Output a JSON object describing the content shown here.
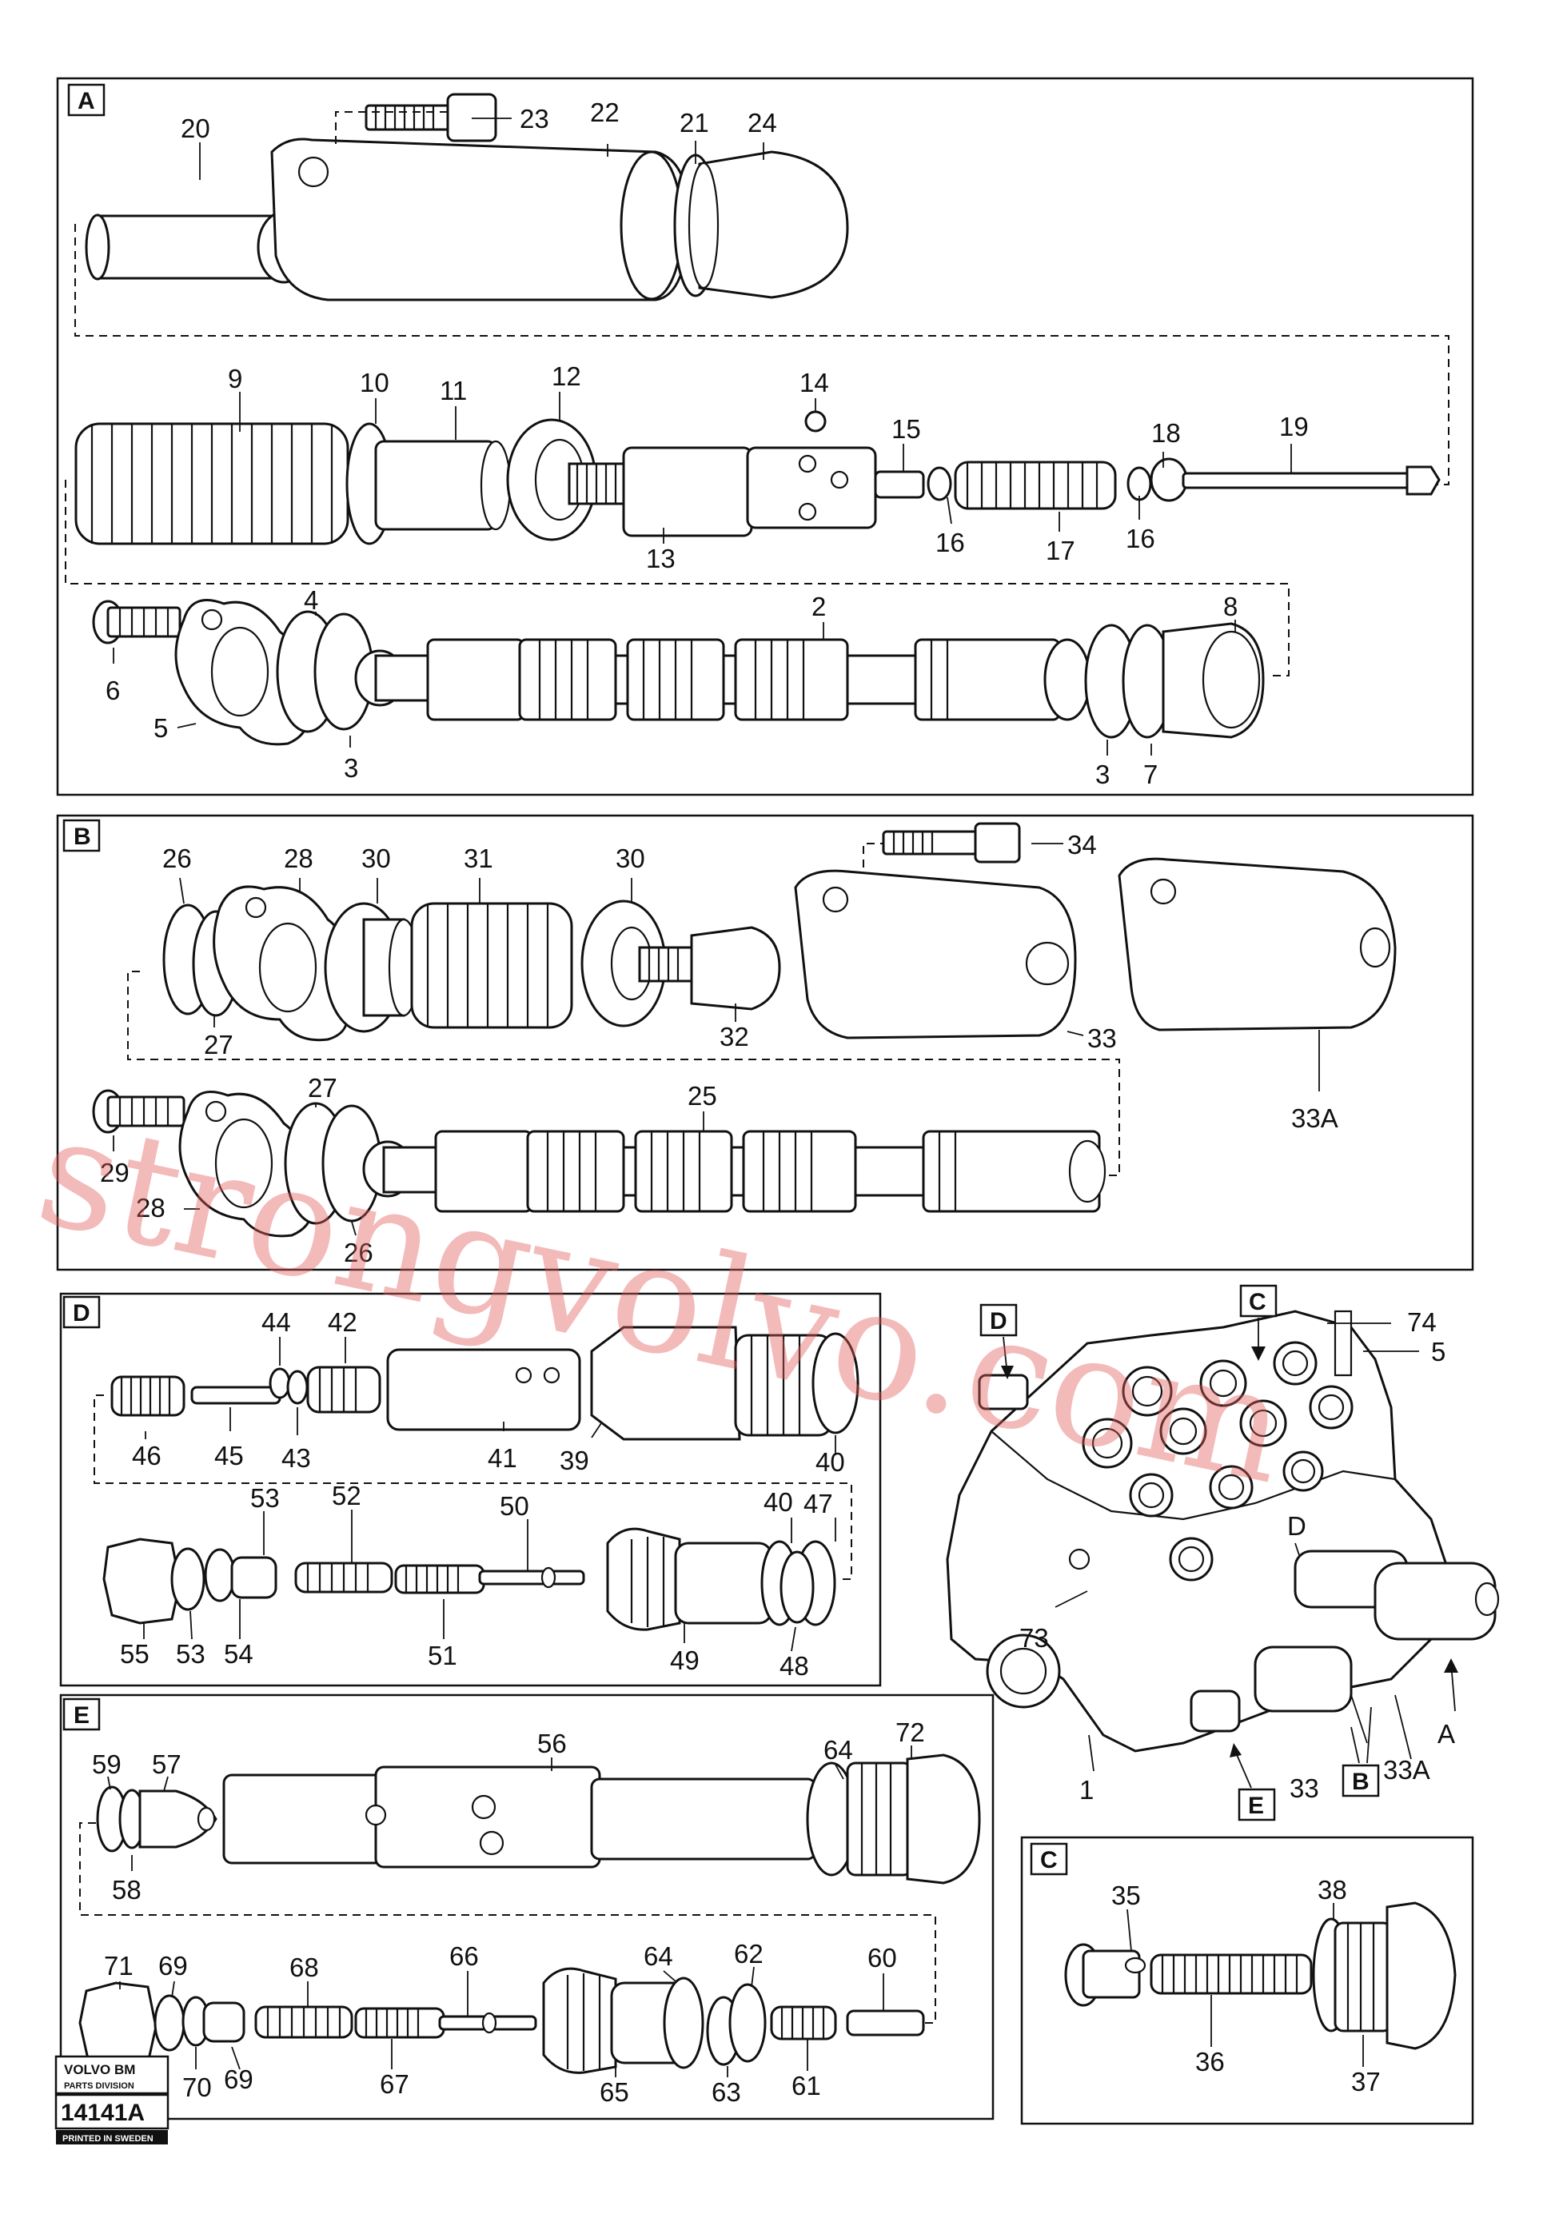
{
  "panels": {
    "A": {
      "tag": "A",
      "labels": {
        "20": "20",
        "23": "23",
        "22": "22",
        "21": "21",
        "24": "24",
        "9": "9",
        "10": "10",
        "11": "11",
        "12": "12",
        "14": "14",
        "15": "15",
        "18": "18",
        "19": "19",
        "13": "13",
        "16a": "16",
        "17": "17",
        "16b": "16",
        "4": "4",
        "2": "2",
        "8": "8",
        "6": "6",
        "5": "5",
        "3a": "3",
        "3b": "3",
        "7": "7"
      }
    },
    "B": {
      "tag": "B",
      "labels": {
        "26a": "26",
        "28a": "28",
        "30a": "30",
        "31": "31",
        "30b": "30",
        "34": "34",
        "27a": "27",
        "32": "32",
        "33": "33",
        "33A": "33A",
        "27b": "27",
        "25": "25",
        "29": "29",
        "28b": "28",
        "26b": "26"
      }
    },
    "D": {
      "tag": "D",
      "labels": {
        "44": "44",
        "42": "42",
        "46": "46",
        "45": "45",
        "43": "43",
        "41": "41",
        "39": "39",
        "40a": "40",
        "53a": "53",
        "52": "52",
        "50": "50",
        "40b": "40",
        "47": "47",
        "55": "55",
        "53b": "53",
        "54": "54",
        "51": "51",
        "49": "49",
        "48": "48"
      }
    },
    "E": {
      "tag": "E",
      "labels": {
        "59": "59",
        "57": "57",
        "56": "56",
        "64a": "64",
        "72": "72",
        "58": "58",
        "71": "71",
        "69a": "69",
        "68": "68",
        "66": "66",
        "64b": "64",
        "62": "62",
        "60": "60",
        "70": "70",
        "69b": "69",
        "67": "67",
        "65": "65",
        "63": "63",
        "61": "61"
      }
    },
    "C": {
      "tag": "C",
      "labels": {
        "35": "35",
        "38": "38",
        "36": "36",
        "37": "37"
      }
    },
    "assembly": {
      "labels": {
        "D_tag": "D",
        "C_tag": "C",
        "74": "74",
        "5": "5",
        "D": "D",
        "73": "73",
        "A": "A",
        "33A": "33A",
        "1": "1",
        "33": "33",
        "B_tag": "B",
        "E_tag": "E"
      }
    }
  },
  "logo": {
    "brand": "VOLVO BM",
    "division": "PARTS DIVISION",
    "code": "14141A",
    "printed": "PRINTED IN SWEDEN"
  },
  "watermark": "strongvolvo.com"
}
